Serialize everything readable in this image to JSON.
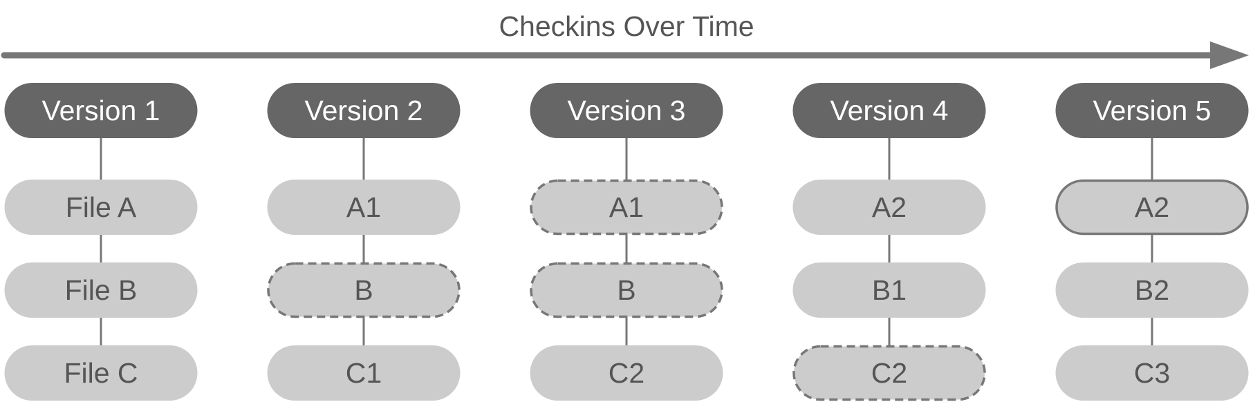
{
  "title": "Checkins Over Time",
  "colors": {
    "header_fill": "#666666",
    "header_text": "#ffffff",
    "file_fill": "#cccccc",
    "file_text": "#555555",
    "border": "#777777",
    "arrow": "#777777"
  },
  "versions": [
    {
      "label": "Version 1",
      "files": [
        {
          "label": "File A",
          "style": "none"
        },
        {
          "label": "File B",
          "style": "none"
        },
        {
          "label": "File C",
          "style": "none"
        }
      ]
    },
    {
      "label": "Version 2",
      "files": [
        {
          "label": "A1",
          "style": "none"
        },
        {
          "label": "B",
          "style": "dashed"
        },
        {
          "label": "C1",
          "style": "none"
        }
      ]
    },
    {
      "label": "Version 3",
      "files": [
        {
          "label": "A1",
          "style": "dashed"
        },
        {
          "label": "B",
          "style": "dashed"
        },
        {
          "label": "C2",
          "style": "none"
        }
      ]
    },
    {
      "label": "Version 4",
      "files": [
        {
          "label": "A2",
          "style": "none"
        },
        {
          "label": "B1",
          "style": "none"
        },
        {
          "label": "C2",
          "style": "dashed"
        }
      ]
    },
    {
      "label": "Version 5",
      "files": [
        {
          "label": "A2",
          "style": "solid"
        },
        {
          "label": "B2",
          "style": "none"
        },
        {
          "label": "C3",
          "style": "none"
        }
      ]
    }
  ]
}
